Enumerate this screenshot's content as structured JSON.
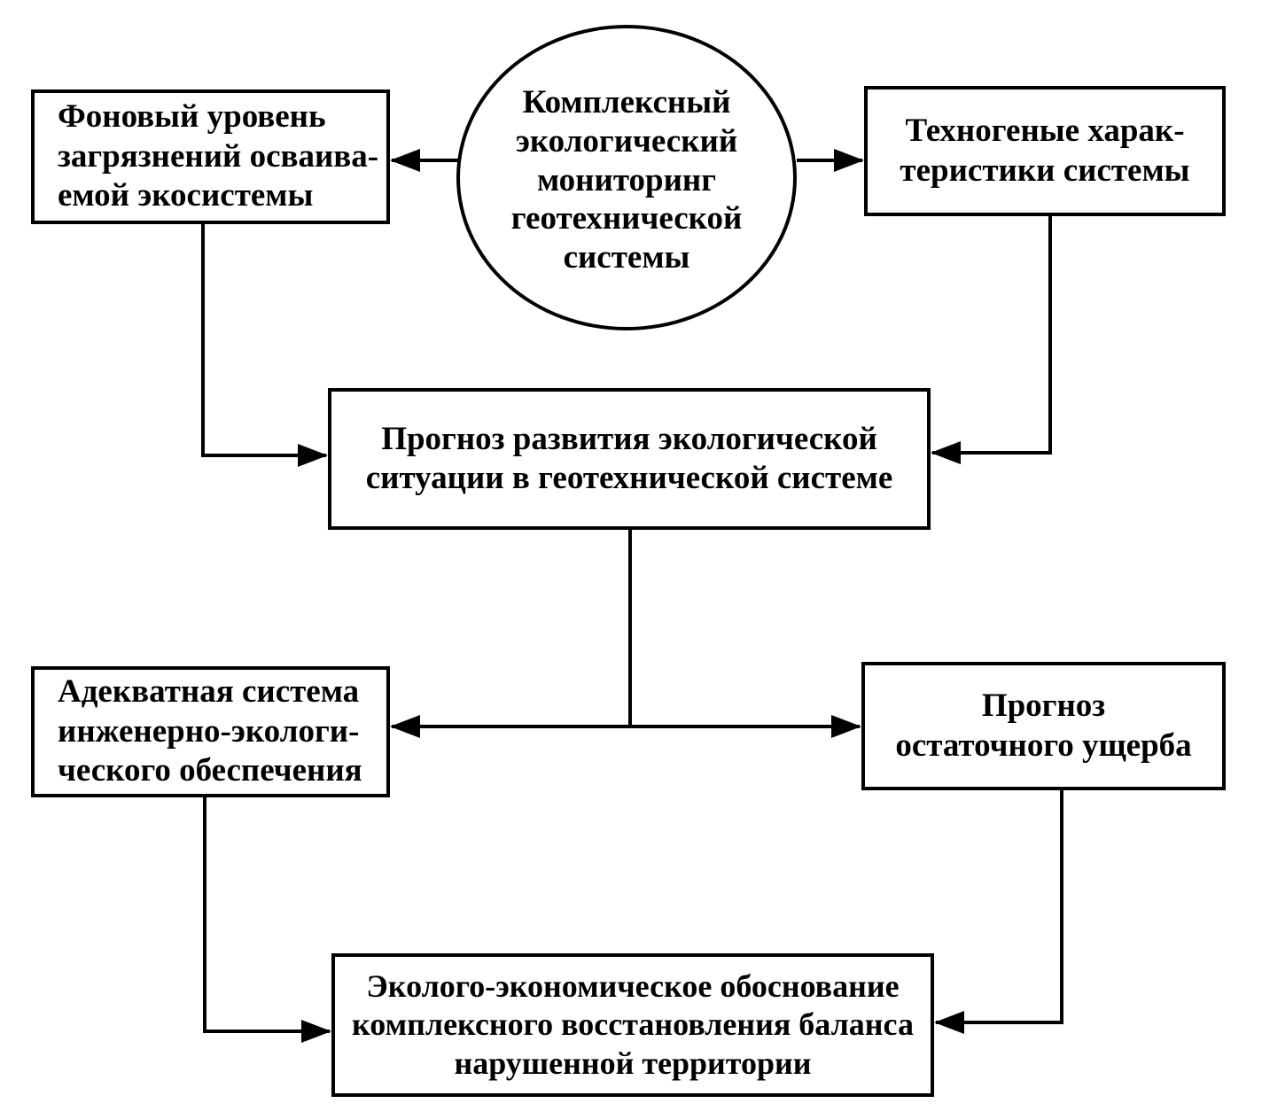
{
  "diagram": {
    "nodes": {
      "background": {
        "lines": [
          "Фоновый уровень",
          "загрязнений осваива-",
          "емой экосистемы"
        ]
      },
      "monitoring": {
        "lines": [
          "Комплексный",
          "экологический",
          "мониторинг",
          "геотехнической",
          "системы"
        ]
      },
      "technogenic": {
        "lines": [
          "Техногеные харак-",
          "теристики системы"
        ]
      },
      "forecast": {
        "lines": [
          "Прогноз развития экологической",
          "ситуации в геотехнической системе"
        ]
      },
      "adequate": {
        "lines": [
          "Адекватная система",
          "инженерно-экологи-",
          "ческого обеспечения"
        ]
      },
      "residual": {
        "lines": [
          "Прогноз",
          "остаточного ущерба"
        ]
      },
      "justification": {
        "lines": [
          "Эколого-экономическое обоснование",
          "комплексного восстановления баланса",
          "нарушенной территории"
        ]
      }
    },
    "edges": [
      {
        "from": "monitoring",
        "to": "background"
      },
      {
        "from": "monitoring",
        "to": "technogenic"
      },
      {
        "from": "background",
        "to": "forecast"
      },
      {
        "from": "technogenic",
        "to": "forecast"
      },
      {
        "from": "forecast",
        "to": "adequate"
      },
      {
        "from": "forecast",
        "to": "residual"
      },
      {
        "from": "adequate",
        "to": "justification"
      },
      {
        "from": "residual",
        "to": "justification"
      }
    ]
  }
}
